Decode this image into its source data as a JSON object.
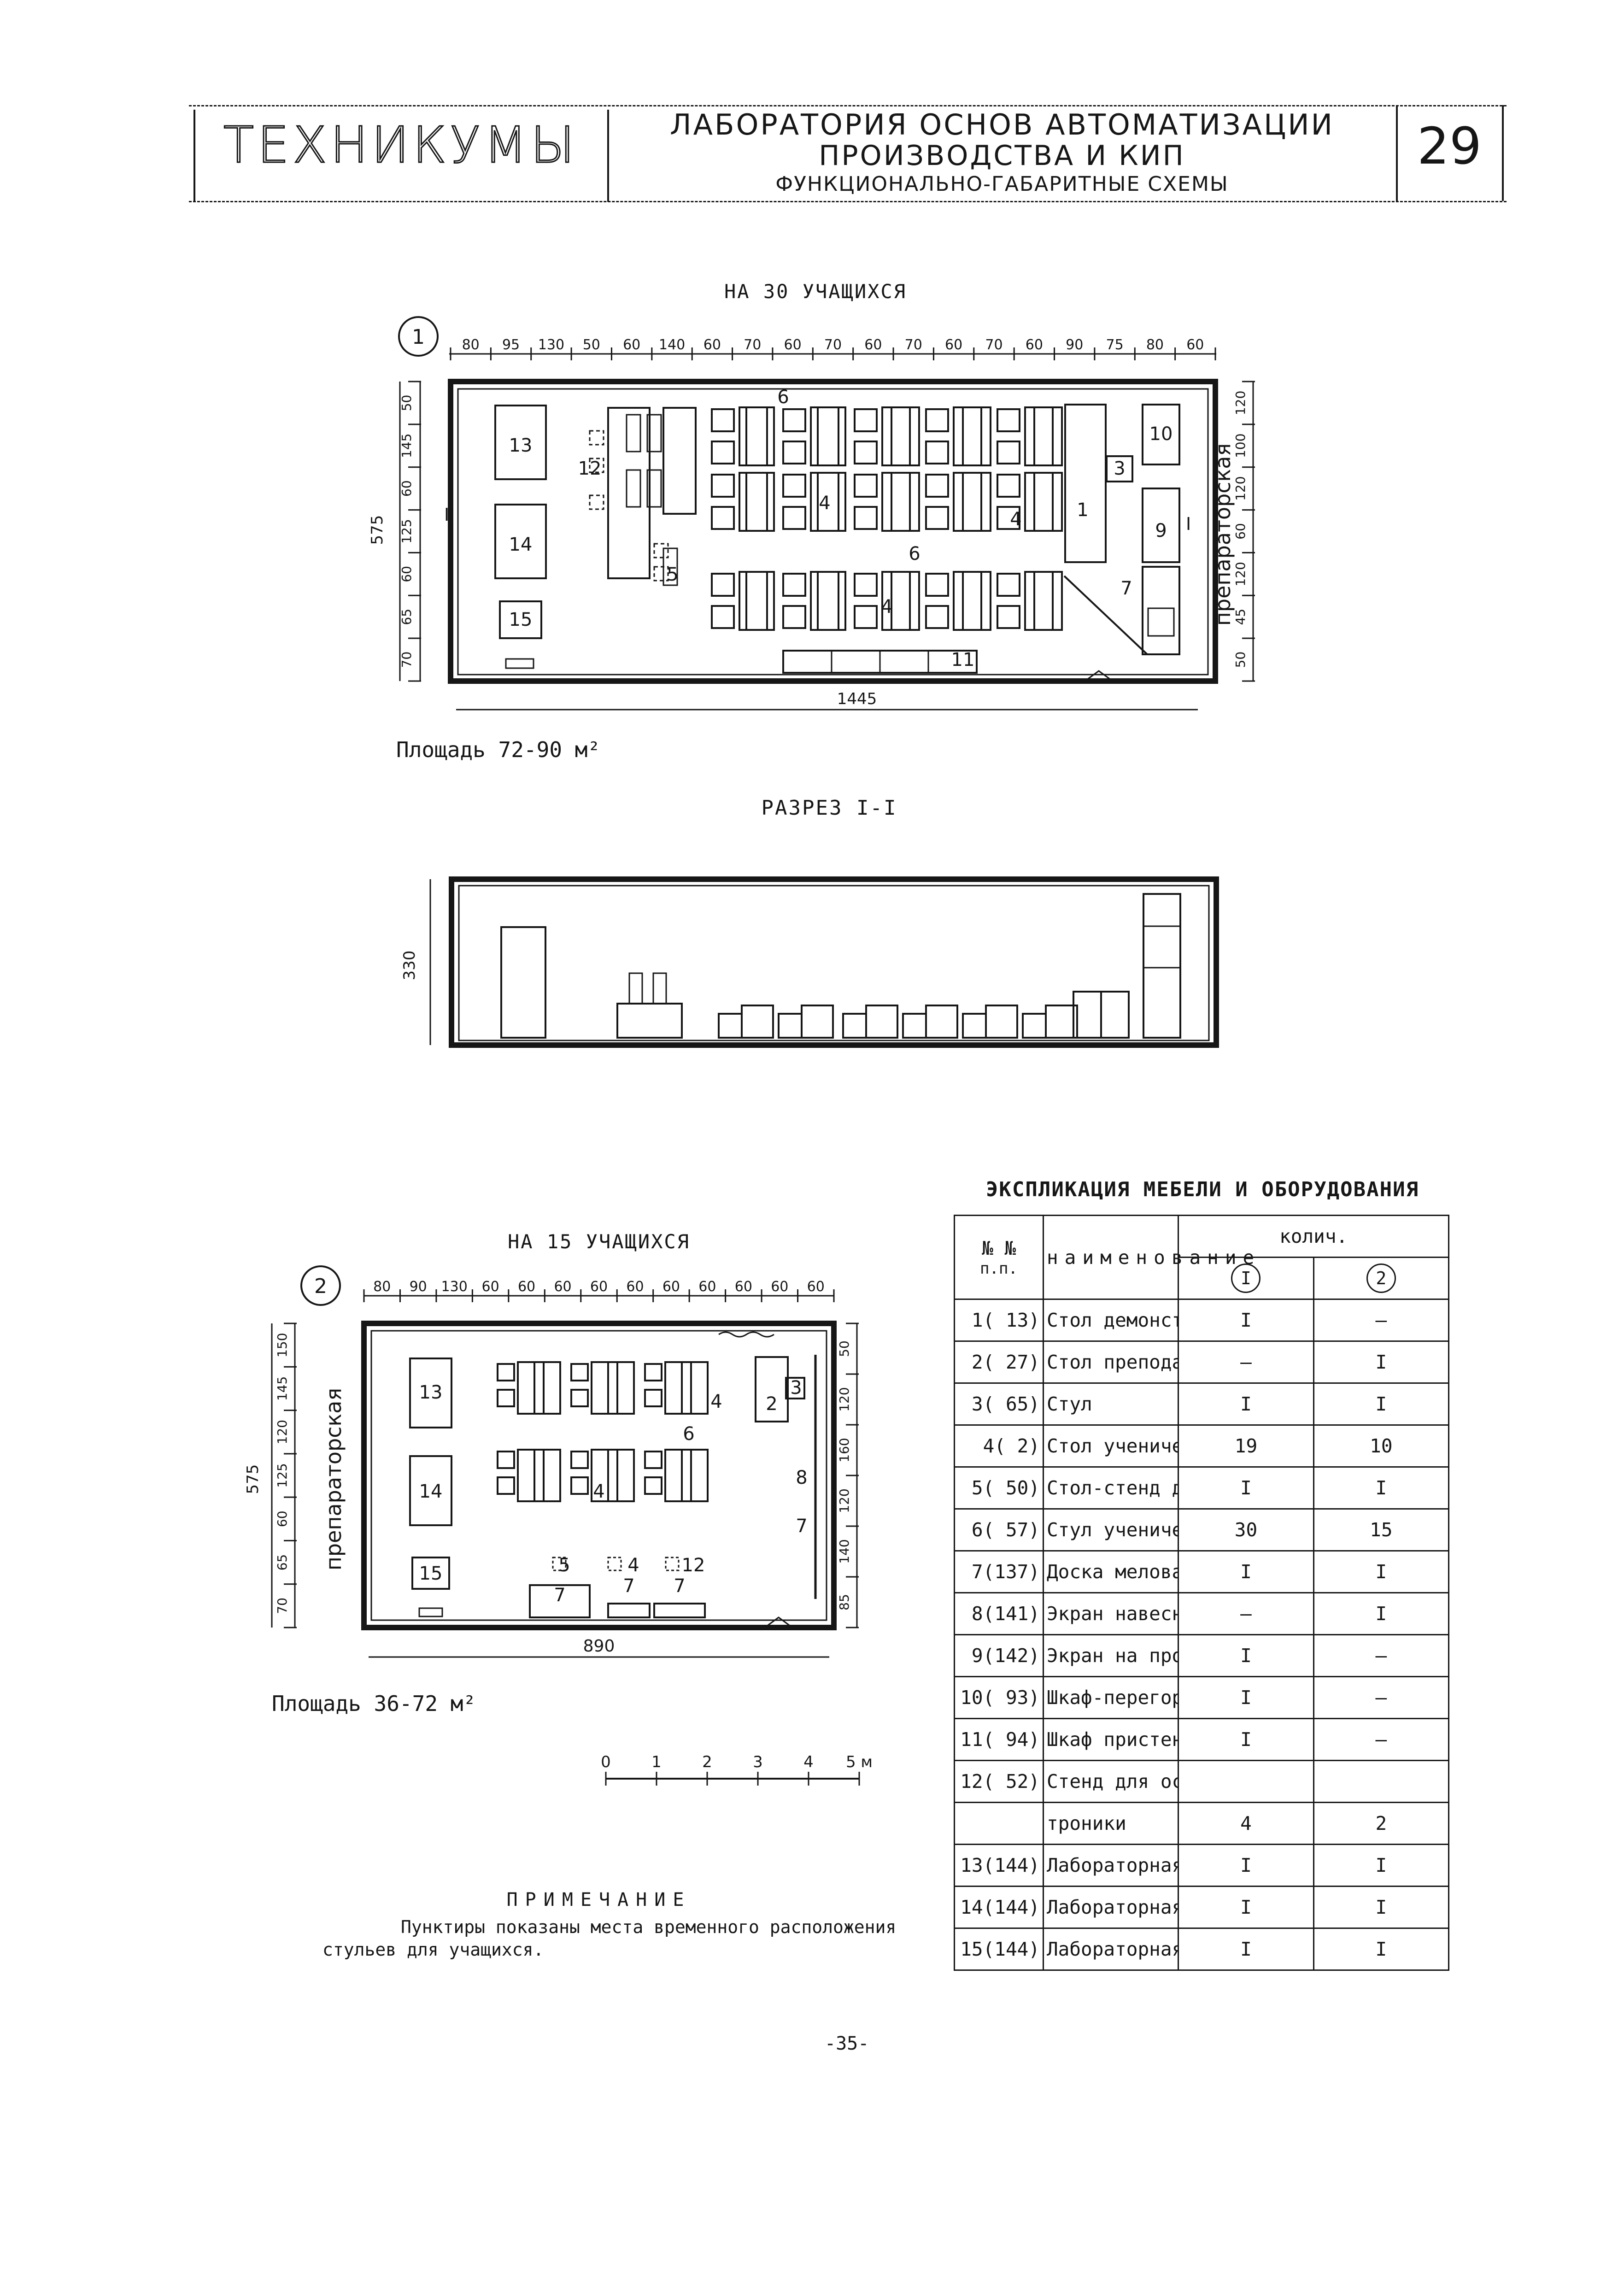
{
  "header": {
    "series": "ТЕХНИКУМЫ",
    "title_line1": "ЛАБОРАТОРИЯ ОСНОВ АВТОМАТИЗАЦИИ",
    "title_line2": "ПРОИЗВОДСТВА И КИП",
    "title_line3": "ФУНКЦИОНАЛЬНО-ГАБАРИТНЫЕ СХЕМЫ",
    "sheet_number": "29"
  },
  "plan1": {
    "number": "1",
    "caption": "НА 30 УЧАЩИХСЯ",
    "top_dims": [
      "80",
      "95",
      "130",
      "50",
      "60",
      "140",
      "60",
      "70",
      "60",
      "70",
      "60",
      "70",
      "60",
      "70",
      "60",
      "90",
      "75",
      "80",
      "60"
    ],
    "left_dims": [
      "50",
      "145",
      "60",
      "125",
      "60",
      "65",
      "70"
    ],
    "overall_height": "575",
    "overall_width": "1445",
    "right_dims": [
      "120",
      "100",
      "120",
      "60",
      "120",
      "45",
      "50"
    ],
    "room_label": "препараторская",
    "section_mark": "I",
    "item_labels": [
      "13",
      "14",
      "15",
      "12",
      "5",
      "6",
      "4",
      "4",
      "6",
      "4",
      "11",
      "1",
      "3",
      "10",
      "9",
      "7"
    ],
    "area": "Площадь 72-90 м²"
  },
  "section": {
    "caption": "РАЗРЕЗ I-I",
    "height_dim": "330"
  },
  "plan2": {
    "number": "2",
    "caption": "НА 15 УЧАЩИХСЯ",
    "top_dims": [
      "80",
      "90",
      "130",
      "60",
      "60",
      "60",
      "60",
      "60",
      "60",
      "60",
      "60",
      "60",
      "60"
    ],
    "left_dims": [
      "150",
      "145",
      "120",
      "125",
      "60",
      "65",
      "70"
    ],
    "overall_height": "575",
    "overall_width": "890",
    "right_dims": [
      "50",
      "120",
      "160",
      "120",
      "140",
      "85"
    ],
    "room_label": "препараторская",
    "item_labels": [
      "13",
      "14",
      "15",
      "4",
      "2",
      "3",
      "4",
      "6",
      "8",
      "7",
      "5",
      "4",
      "12",
      "7",
      "7",
      "7"
    ],
    "area": "Площадь 36-72 м²",
    "scale_labels": [
      "0",
      "1",
      "2",
      "3",
      "4",
      "5 м"
    ]
  },
  "explication": {
    "title": "ЭКСПЛИКАЦИЯ МЕБЕЛИ И ОБОРУДОВАНИЯ",
    "header": {
      "no": "№ №",
      "no_sub": "п.п.",
      "name": "наименование",
      "qty": "колич.",
      "col1": "I",
      "col2": "2"
    },
    "rows": [
      {
        "no": "1( 13)",
        "name": "Стол демонстрационный",
        "q1": "I",
        "q2": "–"
      },
      {
        "no": "2( 27)",
        "name": "Стол преподавателя",
        "q1": "–",
        "q2": "I"
      },
      {
        "no": "3( 65)",
        "name": "Стул",
        "q1": "I",
        "q2": "I"
      },
      {
        "no": "4( 2)",
        "name": "Стол ученический",
        "q1": "19",
        "q2": "10"
      },
      {
        "no": "5( 50)",
        "name": "Стол-стенд для КиП",
        "q1": "I",
        "q2": "I"
      },
      {
        "no": "6( 57)",
        "name": "Стул ученический",
        "q1": "30",
        "q2": "15"
      },
      {
        "no": "7(137)",
        "name": "Доска меловая",
        "q1": "I",
        "q2": "I"
      },
      {
        "no": "8(141)",
        "name": "Экран навесной",
        "q1": "–",
        "q2": "I"
      },
      {
        "no": "9(142)",
        "name": "Экран на просвет",
        "q1": "I",
        "q2": "–"
      },
      {
        "no": "10( 93)",
        "name": "Шкаф-перегородка",
        "q1": "I",
        "q2": "–"
      },
      {
        "no": "11( 94)",
        "name": "Шкаф пристенный",
        "q1": "I",
        "q2": "–"
      },
      {
        "no": "12( 52)",
        "name": "Стенд для основ элек-",
        "q1": "",
        "q2": ""
      },
      {
        "no": "",
        "name": "троники",
        "q1": "4",
        "q2": "2"
      },
      {
        "no": "13(144)",
        "name": "Лабораторная установка",
        "q1": "I",
        "q2": "I"
      },
      {
        "no": "14(144)",
        "name": "Лабораторная установка",
        "q1": "I",
        "q2": "I"
      },
      {
        "no": "15(144)",
        "name": "Лабораторная установка",
        "q1": "I",
        "q2": "I"
      }
    ]
  },
  "note": {
    "title": "ПРИМЕЧАНИЕ",
    "text": "Пунктиры показаны места временного расположения стульев для учащихся."
  },
  "page_footer": "-35-"
}
